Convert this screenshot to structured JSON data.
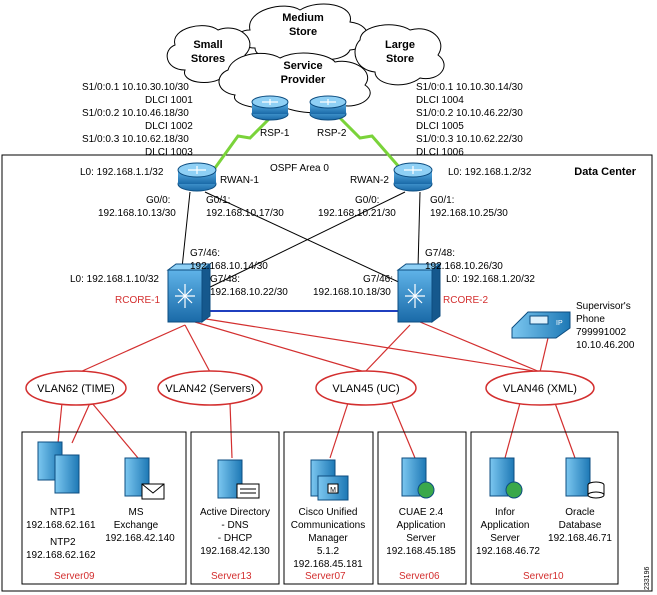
{
  "clouds": {
    "medium": [
      "Medium",
      "Store"
    ],
    "small": [
      "Small",
      "Stores"
    ],
    "large": [
      "Large",
      "Store"
    ],
    "provider": [
      "Service",
      "Provider"
    ]
  },
  "rsp1": {
    "label": "RSP-1",
    "config": [
      "S1/0:0.1 10.10.30.10/30",
      "DLCI 1001",
      "S1/0:0.2 10.10.46.18/30",
      "DLCI 1002",
      "S1/0:0.3 10.10.62.18/30",
      "DLCI 1003"
    ]
  },
  "rsp2": {
    "label": "RSP-2",
    "config": [
      "S1/0:0.1 10.10.30.14/30",
      "DLCI 1004",
      "S1/0:0.2 10.10.46.22/30",
      "DLCI 1005",
      "S1/0:0.3 10.10.62.22/30",
      "DLCI 1006"
    ]
  },
  "datacenter": {
    "title": "Data Center",
    "ospf": "OSPF Area 0"
  },
  "rwan1": {
    "label": "RWAN-1",
    "lo": "L0: 192.168.1.1/32",
    "g00": [
      "G0/0:",
      "192.168.10.13/30"
    ],
    "g01": [
      "G0/1:",
      "192.168.10.17/30"
    ]
  },
  "rwan2": {
    "label": "RWAN-2",
    "lo": "L0: 192.168.1.2/32",
    "g00": [
      "G0/0:",
      "192.168.10.21/30"
    ],
    "g01": [
      "G0/1:",
      "192.168.10.25/30"
    ]
  },
  "rcore1": {
    "label": "RCORE-1",
    "lo": "L0: 192.168.1.10/32",
    "g746": [
      "G7/46:",
      "192.168.10.14/30"
    ],
    "g748": [
      "G7/48:",
      "192.168.10.22/30"
    ]
  },
  "rcore2": {
    "label": "RCORE-2",
    "lo": "L0: 192.168.1.20/32",
    "g748": [
      "G7/48:",
      "192.168.10.26/30"
    ],
    "g746": [
      "G7/46:",
      "192.168.10.18/30"
    ]
  },
  "phone": {
    "lines": [
      "Supervisor's",
      "Phone",
      "799991002",
      "10.10.46.200"
    ]
  },
  "vlans": [
    "VLAN62 (TIME)",
    "VLAN42 (Servers)",
    "VLAN45 (UC)",
    "VLAN46 (XML)"
  ],
  "servers": {
    "ntp1": [
      "NTP1",
      "192.168.62.161"
    ],
    "ntp2": [
      "NTP2",
      "192.168.62.162"
    ],
    "exchange": [
      "MS",
      "Exchange",
      "192.168.42.140"
    ],
    "ad": [
      "Active Directory",
      "- DNS",
      "- DHCP",
      "192.168.42.130"
    ],
    "cucm": [
      "Cisco Unified",
      "Communications",
      "Manager",
      "5.1.2",
      "192.168.45.181"
    ],
    "cuae": [
      "CUAE 2.4",
      "Application",
      "Server",
      "192.168.45.185"
    ],
    "infor": [
      "Infor",
      "Application",
      "Server",
      "192.168.46.72"
    ],
    "oracle": [
      "Oracle",
      "Database",
      "192.168.46.71"
    ]
  },
  "boxes": [
    "Server09",
    "Server13",
    "Server07",
    "Server06",
    "Server10"
  ],
  "figure_id": "233196",
  "icon_text": {
    "ip": "IP",
    "m": "M"
  },
  "colors": {
    "router": "#1f77b4",
    "link_red": "#d32f2f",
    "link_blue": "#1f3fbf",
    "serial": "#7ad33a",
    "server": "#2a8fc9"
  }
}
